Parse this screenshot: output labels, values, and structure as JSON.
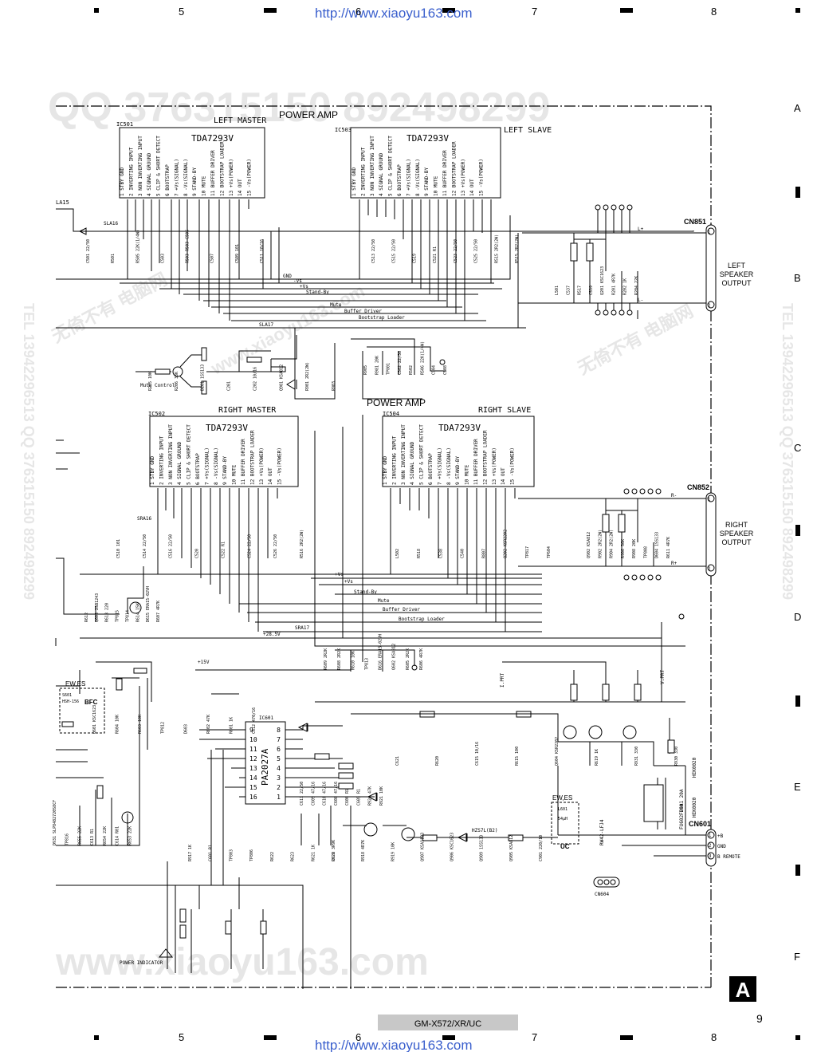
{
  "header": {
    "url_top": "http://www.xiaoyu163.com",
    "url_bottom": "http://www.xiaoyu163.com",
    "column_numbers": [
      "5",
      "6",
      "7",
      "8"
    ],
    "row_letters": [
      "A",
      "B",
      "C",
      "D",
      "E",
      "F"
    ]
  },
  "watermarks": {
    "top_line": "QQ 376315150   892498299",
    "bottom_line": "www.xiaoyu163.com",
    "right_vertical": "TEL 13942296513  QQ 376315150  892498299",
    "left_vertical": "TEL 13942296513  QQ 376315150  892498299",
    "diag": [
      "无倚不有  电脑网",
      "www.xiaoyu163.com",
      "无倚不有 电脑网"
    ]
  },
  "sections": {
    "power_amp_top": "POWER AMP",
    "power_amp_mid": "POWER AMP"
  },
  "ics": [
    {
      "ref": "IC501",
      "part": "TDA7293V",
      "role": "LEFT MASTER"
    },
    {
      "ref": "IC503",
      "part": "TDA7293V",
      "role": "LEFT SLAVE"
    },
    {
      "ref": "IC502",
      "part": "TDA7293V",
      "role": "RIGHT MASTER"
    },
    {
      "ref": "IC504",
      "part": "TDA7293V",
      "role": "RIGHT SLAVE"
    }
  ],
  "ic_pins": [
    "1 STBY GND",
    "2 INVERTING INPUT",
    "3 NON INVERTING INPUT",
    "4 SIGNAL GROUND",
    "5 CLIP & SHORT DETECT",
    "6 BOOTSTRAP",
    "7 +Vs(SIGNAL)",
    "8 -Vs(SIGNAL)",
    "9 STAND-BY",
    "10 MUTE",
    "11 BUFFER DRIVER",
    "12 BOOTSTRAP LOADER",
    "13 +Vs(POWER)",
    "14 OUT",
    "15 -Vs(POWER)"
  ],
  "ic601": {
    "ref": "IC601",
    "part": "PA2027A",
    "left_pins": [
      "9",
      "10",
      "11",
      "12",
      "13",
      "14",
      "15",
      "16"
    ],
    "right_pins": [
      "8",
      "7",
      "6",
      "5",
      "4",
      "3",
      "2",
      "1"
    ]
  },
  "bus_labels": [
    "GND",
    "-Vs",
    "+Vs",
    "Stand-By",
    "Mute",
    "Buffer Driver",
    "Bootstrap Loader",
    "SLA17",
    "+Vs",
    "+Vs",
    "Stand-By",
    "Mute",
    "Buffer Driver",
    "Bootstrap Loader",
    "SRA17",
    "+28.5V",
    "+15V"
  ],
  "connectors": {
    "cn851": {
      "ref": "CN851",
      "desc": "LEFT SPEAKER OUTPUT",
      "pins": [
        "1",
        "2"
      ],
      "sig": [
        "L+",
        "L-"
      ]
    },
    "cn852": {
      "ref": "CN852",
      "desc": "RIGHT SPEAKER OUTPUT",
      "pins": [
        "1",
        "2"
      ],
      "sig": [
        "R-",
        "R+"
      ]
    },
    "cn601": {
      "ref": "CN601",
      "pins": [
        "1",
        "2",
        "3"
      ],
      "sig": [
        "+B",
        "GND",
        "B REMOTE"
      ]
    },
    "cn604": {
      "ref": "CN604"
    }
  },
  "labels": {
    "la15": "LA15",
    "sla16": "SLA16",
    "sra16": "SRA16",
    "mute_control": "Mute Control",
    "power_indicator": "POWER INDICATOR",
    "ew_es_1": "EW,ES",
    "ew_es_2": "EW,ES",
    "bfc": "BFC",
    "uc": "UC",
    "s601": "S601",
    "hsh": "HSH-156",
    "i_prt": "I.PRT",
    "v_prt": "V.PRT",
    "fuse1": "FU601 20A",
    "fuse2": "FU602 20A",
    "hek": "HEK0020",
    "hek2": "HEK0020",
    "l601": "L601",
    "l601_val": "54µH",
    "pm2_r": "RW42-LFJ4",
    "d602": "HZS7L(B2)"
  },
  "components": [
    "C501 22/50",
    "R501",
    "R505 22K(1/4W)",
    "C503",
    "R503 R503 C505",
    "C507",
    "C509 101",
    "C511 10/16",
    "C513 22/50",
    "C515 22/50",
    "C519",
    "C521 R1",
    "C523 22/50",
    "C525 22/50",
    "R515 2R2(2W)",
    "R515 2R2(2W)",
    "L501",
    "C537",
    "R517",
    "C539",
    "Q201 KSC1623",
    "R201 4R7K",
    "R202 1K",
    "R204 22K",
    "R205 10K",
    "R206 33K",
    "D201 1SS133",
    "C201",
    "C202 10/16",
    "Q901 KSA812",
    "R901 2R2(2W)",
    "R903",
    "R905",
    "R981 20K",
    "TP801",
    "C502 22/50",
    "R502",
    "R506 22K(1/4W)",
    "C504",
    "C508",
    "C510 101",
    "C514 22/50",
    "C516 22/50",
    "C520",
    "C522 R1",
    "C524 22/50",
    "C526 22/50",
    "R516 2R2(2W)",
    "L502",
    "R518",
    "C538",
    "C540",
    "R807",
    "Q202 KSR2202",
    "TP817",
    "TP604",
    "Q902 KSA812",
    "R902 2R2(2W)",
    "R904 2R2(2W)",
    "R906 56K",
    "R908 20K",
    "TP808",
    "D604 1SS133",
    "R611 4R7K",
    "R612",
    "Q603 2SB1243",
    "R613 220",
    "TP815",
    "TP814",
    "R614 15K",
    "D615 ERA15-02VH",
    "R607 4R7K",
    "R609 2R2K",
    "R608 2R2K",
    "R610 10K",
    "TP813",
    "D616 ERA15-02VH",
    "Q602 KSA812",
    "R605 2R2K",
    "R606 4R7K",
    "Q601 KSC1623",
    "R604 10K",
    "R603 10K",
    "TP812",
    "D603",
    "R602 47K",
    "R601 1K",
    "C612 470/16",
    "C611 22/50",
    "C609 47/16",
    "C610 47/16",
    "C608 47/16",
    "C606 R1",
    "C605 R1",
    "R924 47K",
    "R921 10K",
    "R920 3R9K",
    "R918 4R7K",
    "R919 10K",
    "Q907 KSA1123",
    "Q906 KSC1623",
    "Q909 1SS133",
    "Q905 KSA812",
    "C901 220/10",
    "R917 1K",
    "C601 R1",
    "TP803",
    "TP806",
    "R622",
    "R623",
    "R621 1K",
    "C622",
    "C621",
    "R620",
    "C615 10/16",
    "R615 100",
    "Q604 KSR2202",
    "R619 1K",
    "R931 330",
    "R930 330",
    "D931 SLP8482720S8CF",
    "TP816",
    "R655 22K",
    "C613 R1",
    "R654 22K",
    "C614 R01",
    "R653 22K"
  ],
  "footer": {
    "model": "GM-X572/XR/UC",
    "page": "9",
    "sheet_tag": "A"
  }
}
